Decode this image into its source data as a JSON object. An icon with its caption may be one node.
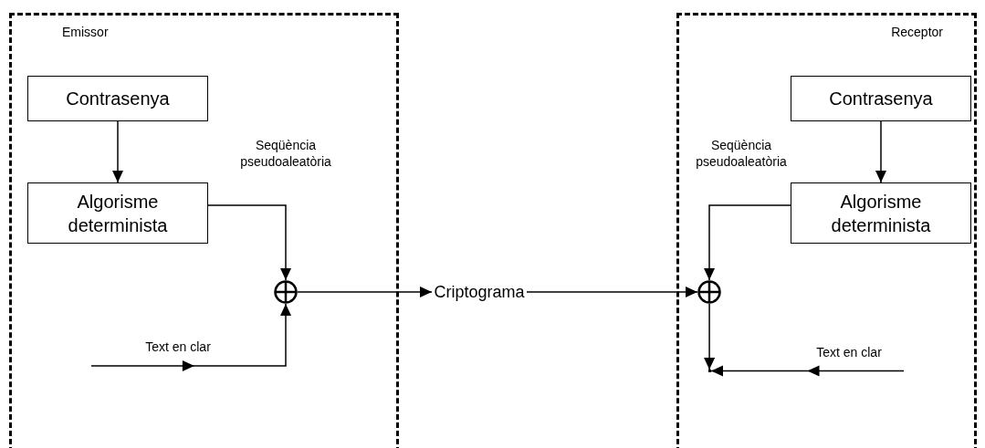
{
  "diagram": {
    "nodes": [
      {
        "text": [
          "Emissor"
        ]
      },
      {
        "text": [
          "Contrasenya"
        ],
        "in": 0
      },
      {
        "text": [
          "Algorisme determinista"
        ],
        "in": 0
      },
      {
        "text": [],
        "shape": "circle",
        "in": 0
      },
      {
        "text": [
          "Criptograma"
        ]
      },
      {
        "text": [
          "Receptor"
        ]
      },
      {
        "text": [
          "Contrasenya"
        ],
        "in": 5
      },
      {
        "text": [
          "Algorisme determinista"
        ],
        "in": 5
      },
      {
        "text": [],
        "shape": "circle",
        "in": 5
      },
      {
        "text": [],
        "shape": "dot",
        "in": 5
      }
    ],
    "edges": [
      {
        "from": 1,
        "to": 2,
        "arrow": "to"
      },
      {
        "from": 2,
        "to": 3,
        "arrow": "to",
        "label": "Seqüència pseudoaleatòria"
      },
      {
        "from": 3,
        "to": 4,
        "arrow": "to"
      },
      {
        "from": 4,
        "to": 8,
        "arrow": "to"
      },
      {
        "from": 6,
        "to": 7,
        "arrow": "to"
      },
      {
        "from": 7,
        "to": 8,
        "arrow": "to",
        "label": "Seqüència pseudoaleatòria"
      },
      {
        "from": null,
        "to": 3,
        "arrow": "to",
        "label": "Text en clar"
      },
      {
        "from": 8,
        "to": 9,
        "arrow": "to"
      },
      {
        "from": null,
        "to": 9,
        "arrow": "to",
        "label": "Text en clar"
      }
    ]
  }
}
